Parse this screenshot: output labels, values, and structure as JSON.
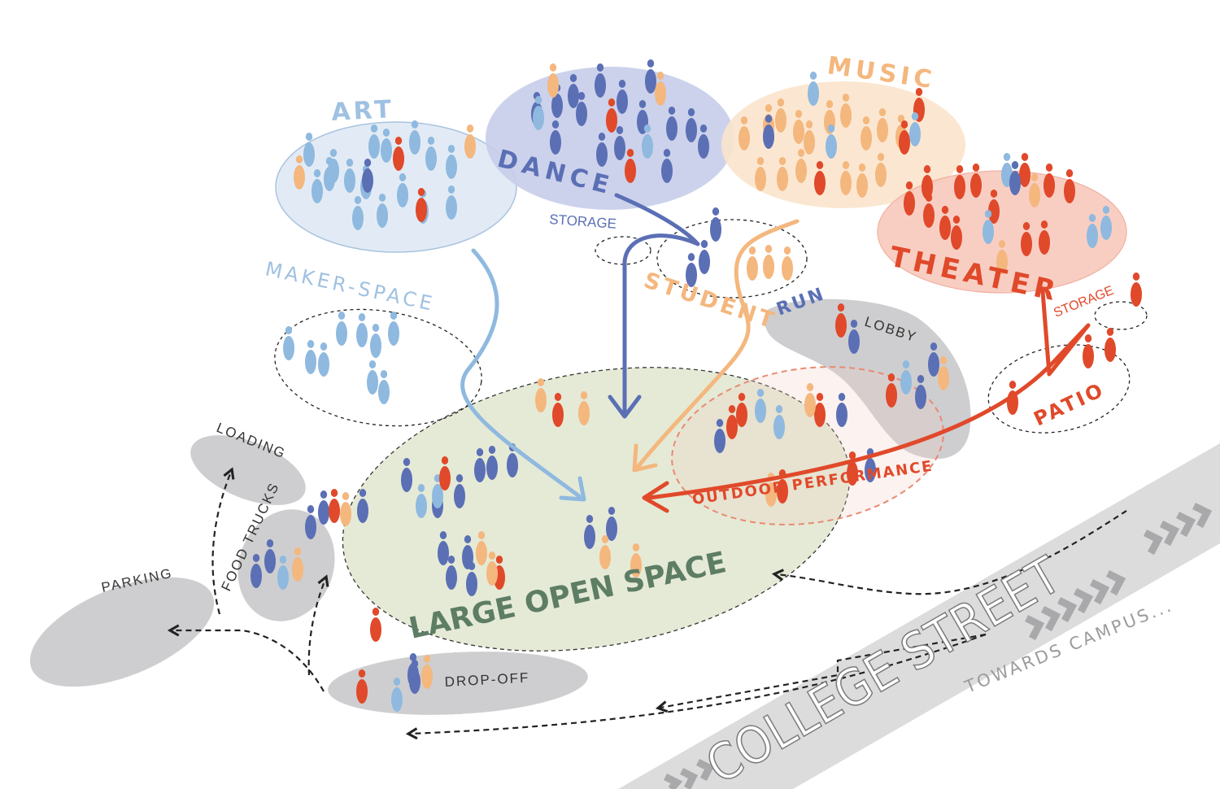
{
  "labels": {
    "art": "ART",
    "dance": "DANCE",
    "music": "MUSIC",
    "theater": "THEATER",
    "maker_space": "MAKER-SPACE",
    "storage_dance": "STORAGE",
    "storage_theater": "STORAGE",
    "student_run_1": "STUDENT",
    "student_run_2": "RUN",
    "lobby": "LOBBY",
    "patio": "PATIO",
    "outdoor_performance": "OUTDOOR PERFORMANCE",
    "large_open_space": "LARGE OPEN SPACE",
    "loading": "LOADING",
    "food_trucks": "FOOD TRUCKS",
    "parking": "PARKING",
    "drop_off": "DROP-OFF",
    "college_street": "COLLEGE STREET",
    "towards_campus": "TOWARDS CAMPUS..."
  },
  "colors": {
    "art_light_blue": "#8fb9df",
    "dance_blue": "#5b6fb5",
    "music_orange": "#f4b77e",
    "theater_red": "#e0492a",
    "open_space_green": "#e5ead6",
    "open_space_text": "#5d7d64",
    "zone_gray": "#c9c9cb",
    "street_gray": "#d9d9da"
  }
}
